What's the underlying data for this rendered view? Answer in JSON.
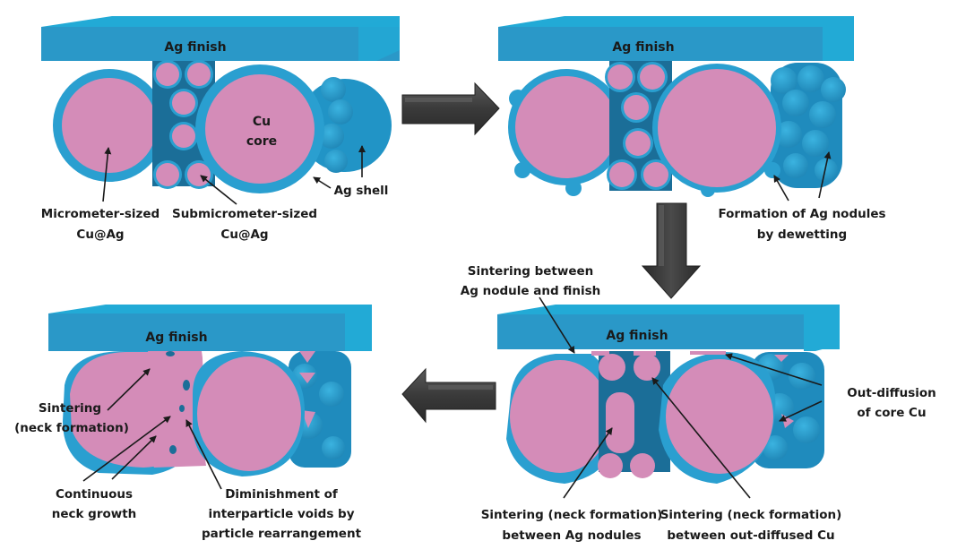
{
  "colors": {
    "ag_top": "#22aad6",
    "ag_front": "#2a98c8",
    "ag_dark": "#1b7aa6",
    "cu_core": "#d48cb8",
    "arrow": "#3c3c3c",
    "text": "#1a1a1a"
  },
  "panels": [
    {
      "id": "initial",
      "finish_label": "Ag finish",
      "labels": {
        "core_line1": "Cu",
        "core_line2": "core",
        "shell": "Ag shell",
        "micro_line1": "Micrometer-sized",
        "micro_line2": "Cu@Ag",
        "submicro_line1": "Submicrometer-sized",
        "submicro_line2": "Cu@Ag"
      }
    },
    {
      "id": "dewetting",
      "finish_label": "Ag finish",
      "labels": {
        "nodules_line1": "Formation of Ag nodules",
        "nodules_line2": "by dewetting"
      }
    },
    {
      "id": "early-sintering",
      "finish_label": "Ag finish",
      "labels": {
        "nodule_finish_line1": "Sintering between",
        "nodule_finish_line2": "Ag nodule and finish",
        "outdiff_line1": "Out-diffusion",
        "outdiff_line2": "of core Cu",
        "neck_ag_line1": "Sintering (neck formation)",
        "neck_ag_line2": "between Ag nodules",
        "neck_cu_line1": "Sintering (neck formation)",
        "neck_cu_line2": "between out-diffused Cu"
      }
    },
    {
      "id": "late-sintering",
      "finish_label": "Ag finish",
      "labels": {
        "sinter_line1": "Sintering",
        "sinter_line2": "(neck formation)",
        "neck_growth_line1": "Continuous",
        "neck_growth_line2": "neck growth",
        "voids_line1": "Diminishment of",
        "voids_line2": "interparticle voids by",
        "voids_line3": "particle rearrangement"
      }
    }
  ],
  "flow": [
    "right",
    "down",
    "left"
  ]
}
